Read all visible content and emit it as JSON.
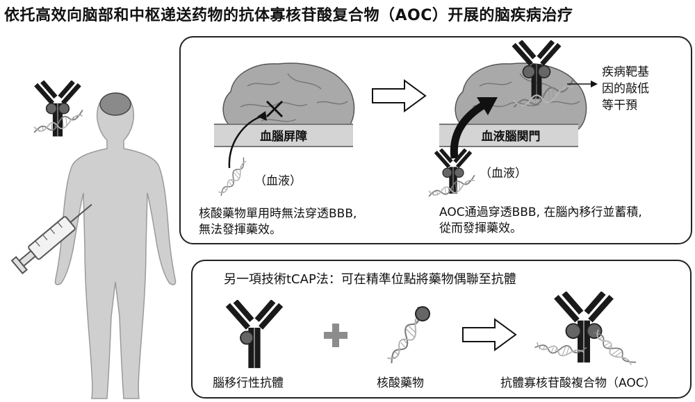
{
  "title": "依托高效向脑部和中枢递送药物的抗体寡核苷酸复合物（AOC）开展的脑疾病治疗",
  "top_panel": {
    "left": {
      "barrier_label": "血腦屏障",
      "blood_label": "（血液）",
      "caption_line1": "核酸藥物單用時無法穿透BBB,",
      "caption_line2": "無法發揮藥效。"
    },
    "right": {
      "barrier_label": "血液腦関門",
      "blood_label": "（血液）",
      "effect_line1": "疾病靶基",
      "effect_line2": "因的敲低",
      "effect_line3": "等干預",
      "caption_line1": "AOC通過穿透BBB, 在腦內移行並蓄積,",
      "caption_line2": "從而發揮藥效。"
    }
  },
  "bottom_panel": {
    "heading": "另一項技術tCAP法：可在精準位點將藥物偶聯至抗體",
    "antibody_label": "腦移行性抗體",
    "nucleic_label": "核酸藥物",
    "aoc_label": "抗體寡核苷酸複合物（AOC）"
  },
  "colors": {
    "antibody": "#1a1a1a",
    "drug_circle": "#666666",
    "brain": "#a9a9a9",
    "barrier": "#d4d4d4",
    "body": "#cfcfcf",
    "plus": "#8c8c8c"
  }
}
